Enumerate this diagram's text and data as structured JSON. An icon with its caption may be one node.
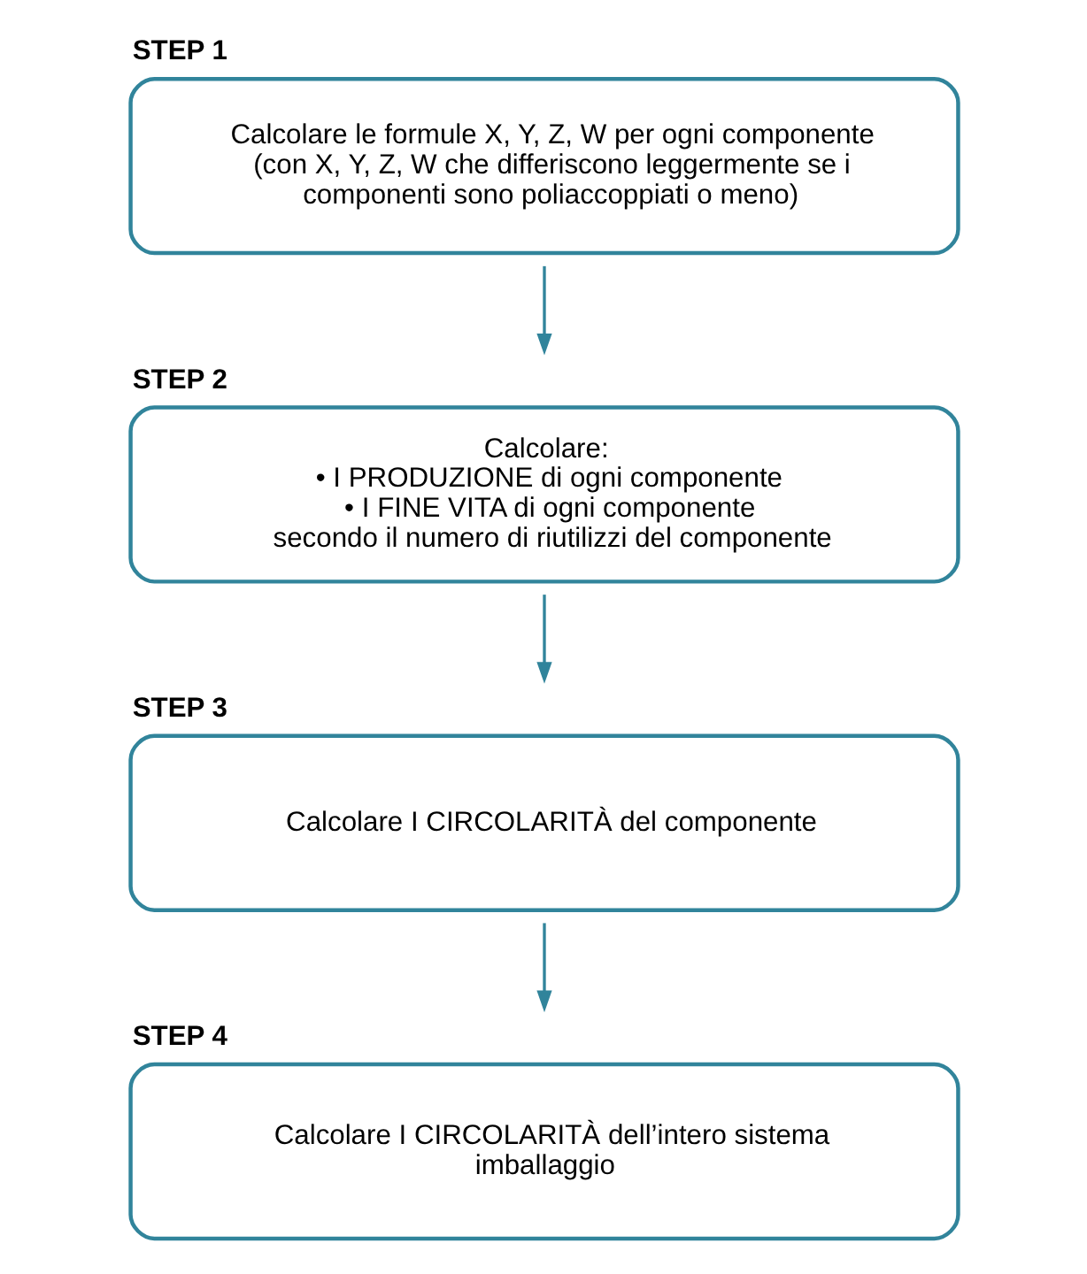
{
  "diagram": {
    "nodes": [
      {
        "text": [
          "STEP 1",
          "Calcolare le formule X, Y, Z, W per ogni componente (con X, Y, Z, W che differiscono leggermente se i componenti sono poliaccoppiati o meno)"
        ]
      },
      {
        "text": [
          "STEP 2",
          "Calcolare:",
          "• I PRODUZIONE di ogni componente",
          "• I FINE VITA di ogni componente",
          "secondo il numero di riutilizzi del componente"
        ]
      },
      {
        "text": [
          "STEP 3",
          "Calcolare I CIRCOLARITÀ del componente"
        ]
      },
      {
        "text": [
          "STEP 4",
          "Calcolare I CIRCOLARITÀ dell’intero sistema imballaggio"
        ]
      }
    ],
    "edges": [
      {
        "from": 0,
        "to": 1,
        "arrow": "to"
      },
      {
        "from": 1,
        "to": 2,
        "arrow": "to"
      },
      {
        "from": 2,
        "to": 3,
        "arrow": "to"
      }
    ]
  }
}
